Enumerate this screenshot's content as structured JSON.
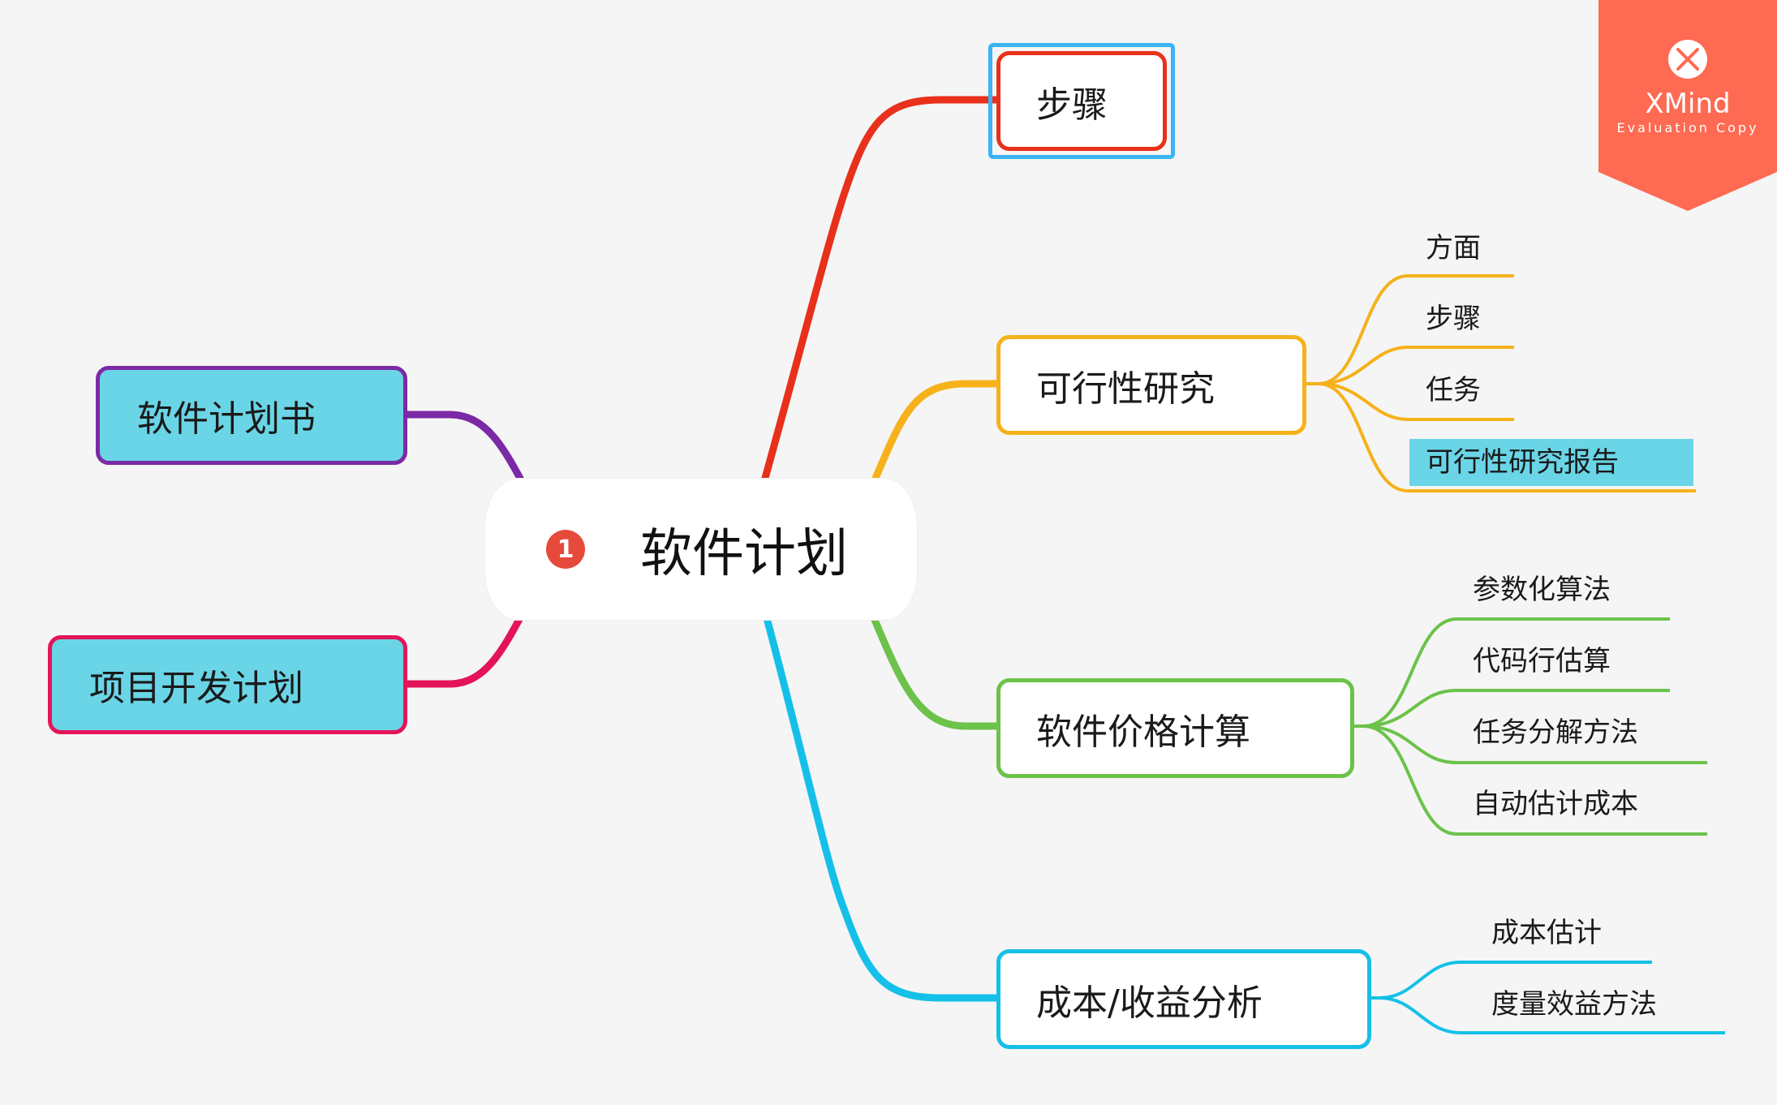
{
  "central": {
    "badge": "1",
    "title": "软件计划"
  },
  "left": [
    {
      "label": "软件计划书",
      "color": "#7b2aa5",
      "fill": "#6ad5e6"
    },
    {
      "label": "项目开发计划",
      "color": "#e4145a",
      "fill": "#6ad5e6"
    }
  ],
  "right": [
    {
      "label": "步骤",
      "color": "#e8301a",
      "selected_color": "#3ab4f2",
      "children": []
    },
    {
      "label": "可行性研究",
      "color": "#f6b11b",
      "children": [
        "方面",
        "步骤",
        "任务",
        "可行性研究报告"
      ],
      "highlighted_child": "可行性研究报告"
    },
    {
      "label": "软件价格计算",
      "color": "#6cc24a",
      "children": [
        "参数化算法",
        "代码行估算",
        "任务分解方法",
        "自动估计成本"
      ]
    },
    {
      "label": "成本/收益分析",
      "color": "#15c0e8",
      "children": [
        "成本估计",
        "度量效益方法"
      ]
    }
  ],
  "watermark": {
    "name": "XMind",
    "subtitle": "Evaluation Copy",
    "color": "#ff6a52"
  }
}
